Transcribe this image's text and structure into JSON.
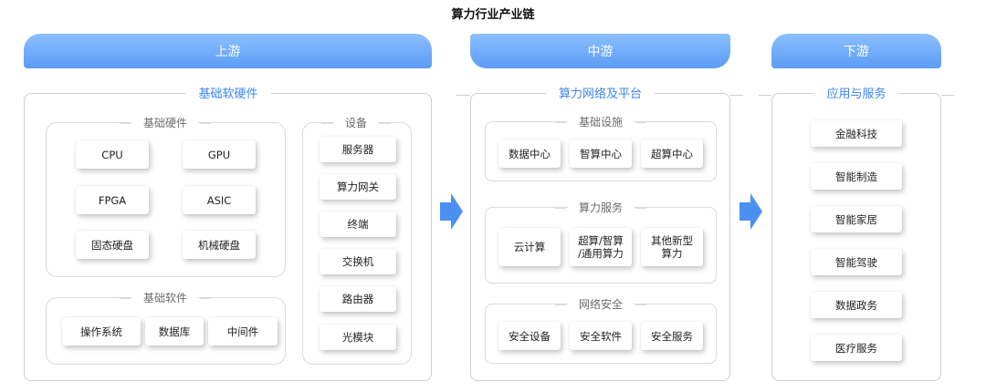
{
  "title": "算力行业产业链",
  "colors": {
    "header": "#5b9cf5",
    "accent_text": "#3c86f0",
    "arrow": "#4a90f0"
  },
  "upstream": {
    "header": "上游",
    "panel_title": "基础软硬件",
    "hardware": {
      "title": "基础硬件",
      "items": [
        "CPU",
        "GPU",
        "FPGA",
        "ASIC",
        "固态硬盘",
        "机械硬盘"
      ]
    },
    "software": {
      "title": "基础软件",
      "items": [
        "操作系统",
        "数据库",
        "中间件"
      ]
    },
    "equipment": {
      "title": "设备",
      "items": [
        "服务器",
        "算力网关",
        "终端",
        "交换机",
        "路由器",
        "光模块"
      ]
    }
  },
  "midstream": {
    "header": "中游",
    "panel_title": "算力网络及平台",
    "infrastructure": {
      "title": "基础设施",
      "items": [
        "数据中心",
        "智算中心",
        "超算中心"
      ]
    },
    "services": {
      "title": "算力服务",
      "items": [
        "云计算",
        "超算/智算\n/通用算力",
        "其他新型\n算力"
      ]
    },
    "security": {
      "title": "网络安全",
      "items": [
        "安全设备",
        "安全软件",
        "安全服务"
      ]
    }
  },
  "downstream": {
    "header": "下游",
    "panel_title": "应用与服务",
    "items": [
      "金融科技",
      "智能制造",
      "智能家居",
      "智能驾驶",
      "数据政务",
      "医疗服务"
    ]
  }
}
